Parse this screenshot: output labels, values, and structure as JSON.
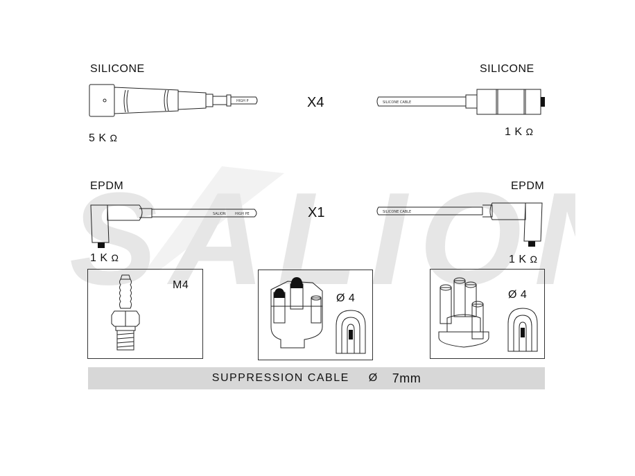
{
  "labels": {
    "top_left_material": "SILICONE",
    "top_right_material": "SILICONE",
    "top_left_resistance": "5 K",
    "top_right_resistance": "1 K",
    "top_quantity": "X4",
    "mid_left_material": "EPDM",
    "mid_right_material": "EPDM",
    "mid_left_resistance": "1 K",
    "mid_right_resistance": "1 K",
    "mid_quantity": "X1",
    "ohm_symbol": "Ω"
  },
  "cable_print": {
    "top_left": "HIGH P",
    "top_right": "SILICONE CABLE",
    "mid_left_a": "SALION",
    "mid_left_b": "HIGH PE",
    "mid_right": "SILICONE CABLE"
  },
  "boxes": {
    "spark_plug_thread": "M4",
    "cap1_diameter": "Ø 4",
    "cap2_diameter": "Ø 4"
  },
  "banner": {
    "text": "SUPPRESSION CABLE",
    "diameter_symbol": "Ø",
    "size": "7mm"
  },
  "watermark": {
    "text": "SALION",
    "color": "#e6e6e6"
  }
}
